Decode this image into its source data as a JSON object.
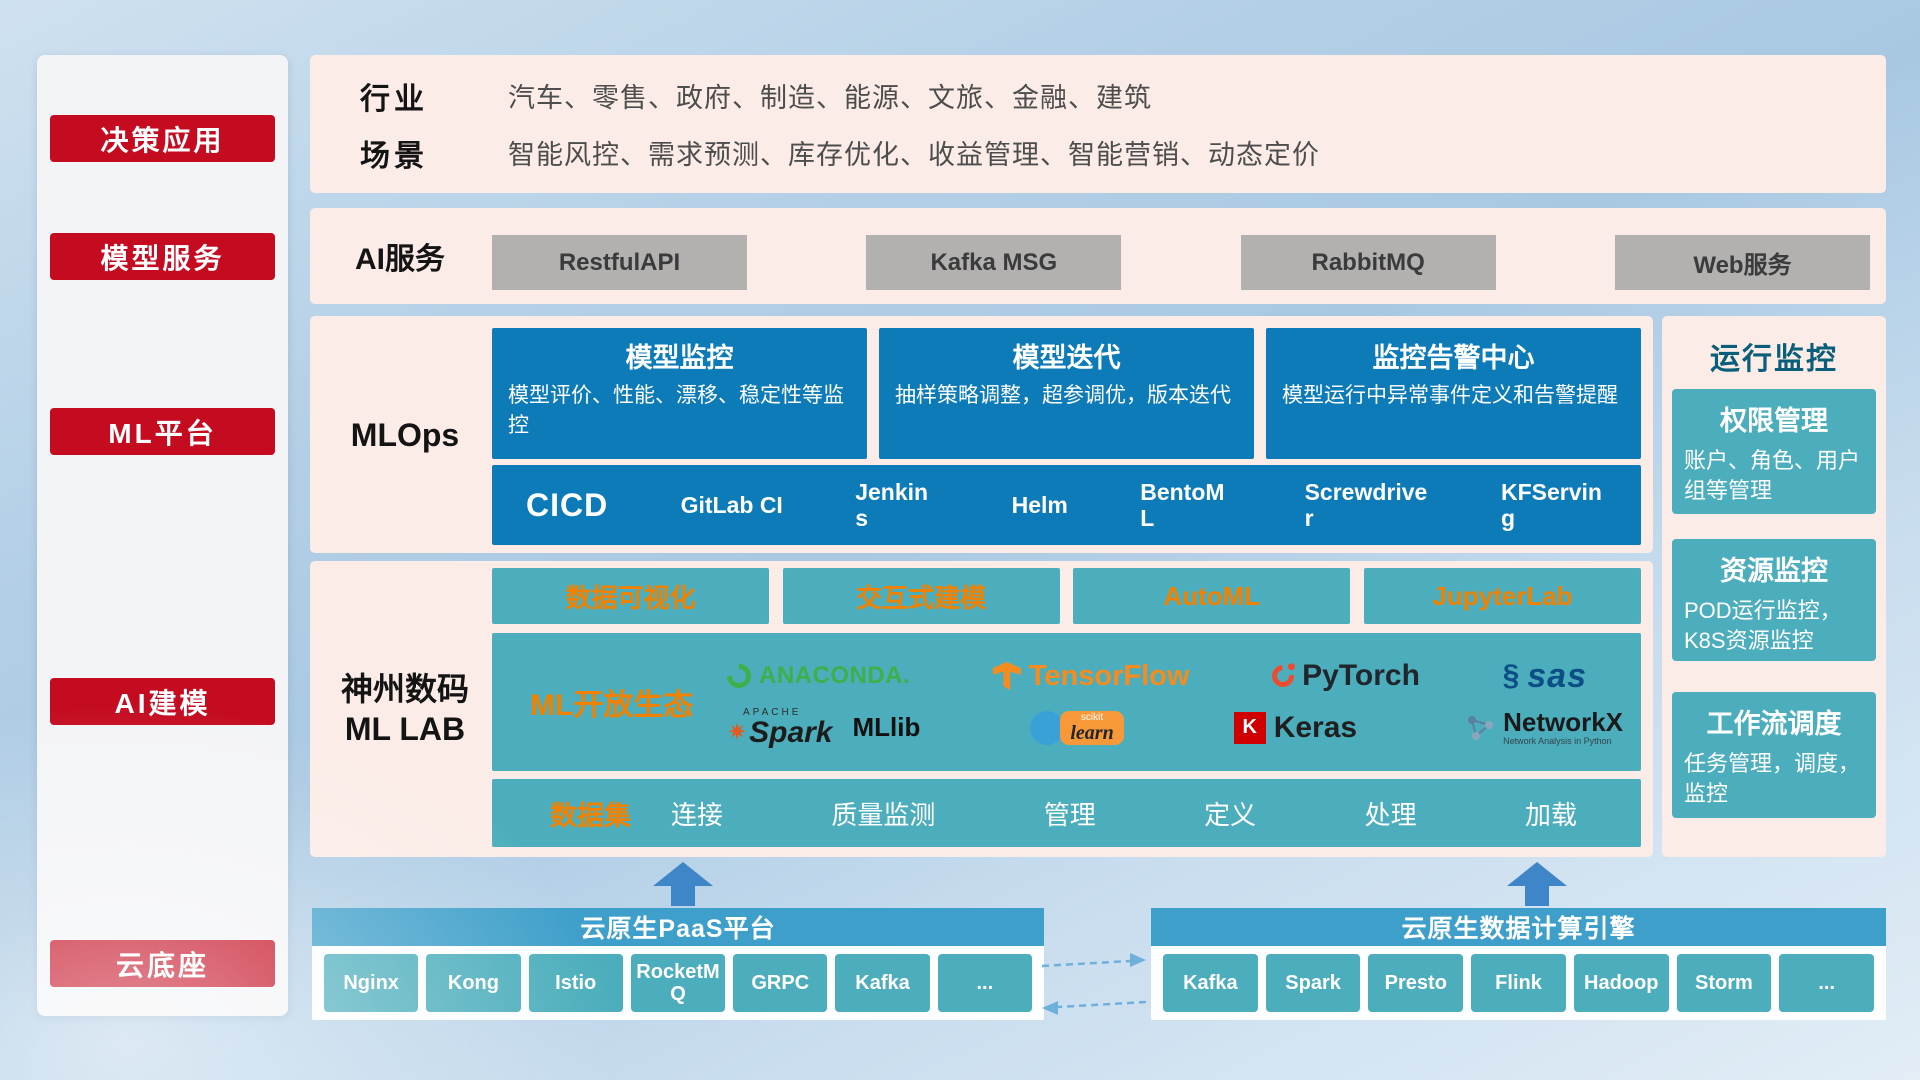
{
  "colors": {
    "red": "#c40b20",
    "panel_pink": "#fbece7",
    "blue": "#0e7bb9",
    "teal": "#4caebc",
    "orange": "#f08200",
    "header_blue": "#3e9fca",
    "gray_button": "#b2b1b0",
    "arrow_blue": "#3e86c8"
  },
  "sidebar": {
    "items": [
      {
        "label": "决策应用"
      },
      {
        "label": "模型服务"
      },
      {
        "label": "ML平台"
      },
      {
        "label": "AI建模"
      },
      {
        "label": "云底座"
      }
    ]
  },
  "industry": {
    "row1_label": "行业",
    "row1_text": "汽车、零售、政府、制造、能源、文旅、金融、建筑",
    "row2_label": "场景",
    "row2_text": "智能风控、需求预测、库存优化、收益管理、智能营销、动态定价"
  },
  "ai_service": {
    "label": "AI服务",
    "services": [
      "RestfulAPI",
      "Kafka MSG",
      "RabbitMQ",
      "Web服务"
    ]
  },
  "mlops": {
    "label": "MLOps",
    "cards": [
      {
        "title": "模型监控",
        "desc": "模型评价、性能、漂移、稳定性等监控"
      },
      {
        "title": "模型迭代",
        "desc": "抽样策略调整，超参调优，版本迭代"
      },
      {
        "title": "监控告警中心",
        "desc": "模型运行中异常事件定义和告警提醒"
      }
    ],
    "cicd": {
      "label": "CICD",
      "tools": [
        "GitLab CI",
        "Jenkins",
        "Helm",
        "BentoML",
        "Screwdriver",
        "KFServing"
      ]
    }
  },
  "mllab": {
    "label_line1": "神州数码",
    "label_line2": "ML LAB",
    "tools": [
      "数据可视化",
      "交互式建模",
      "AutoML",
      "JupyterLab"
    ],
    "ecosystem": {
      "label": "ML开放生态",
      "anaconda": "ANACONDA.",
      "tensorflow": "TensorFlow",
      "pytorch": "PyTorch",
      "sas": "sas",
      "spark_small": "APACHE",
      "spark": "Spark",
      "mllib": "MLlib",
      "scikit_small": "scikit",
      "scikit": "learn",
      "keras_k": "K",
      "keras": "Keras",
      "networkx": "NetworkX",
      "networkx_sub": "Network Analysis in Python"
    },
    "dataset": {
      "label": "数据集",
      "items": [
        "连接",
        "质量监测",
        "管理",
        "定义",
        "处理",
        "加载"
      ]
    }
  },
  "monitoring": {
    "title": "运行监控",
    "cards": [
      {
        "title": "权限管理",
        "desc": "账户、角色、用户组等管理"
      },
      {
        "title": "资源监控",
        "desc": "POD运行监控，K8S资源监控"
      },
      {
        "title": "工作流调度",
        "desc": "任务管理，调度，监控"
      }
    ]
  },
  "foundation": {
    "paas": {
      "title": "云原生PaaS平台",
      "items": [
        "Nginx",
        "Kong",
        "Istio",
        "RocketMQ",
        "GRPC",
        "Kafka",
        "..."
      ]
    },
    "engine": {
      "title": "云原生数据计算引擎",
      "items": [
        "Kafka",
        "Spark",
        "Presto",
        "Flink",
        "Hadoop",
        "Storm",
        "..."
      ]
    }
  }
}
